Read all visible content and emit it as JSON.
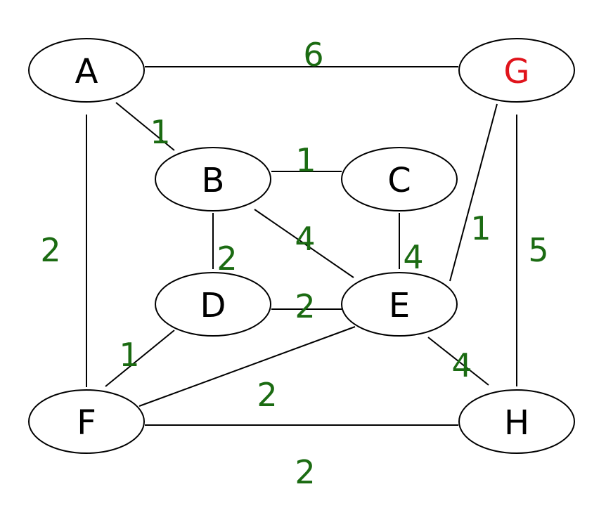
{
  "colors": {
    "node_label": "#000000",
    "highlight_node_label": "#e0141c",
    "weight_label": "#1b6b12"
  },
  "nodes": [
    {
      "id": "A",
      "label": "A",
      "highlight": false
    },
    {
      "id": "G",
      "label": "G",
      "highlight": true
    },
    {
      "id": "B",
      "label": "B",
      "highlight": false
    },
    {
      "id": "C",
      "label": "C",
      "highlight": false
    },
    {
      "id": "D",
      "label": "D",
      "highlight": false
    },
    {
      "id": "E",
      "label": "E",
      "highlight": false
    },
    {
      "id": "F",
      "label": "F",
      "highlight": false
    },
    {
      "id": "H",
      "label": "H",
      "highlight": false
    }
  ],
  "edges": [
    {
      "from": "A",
      "to": "G",
      "weight": "6"
    },
    {
      "from": "A",
      "to": "B",
      "weight": "1"
    },
    {
      "from": "A",
      "to": "F",
      "weight": "2"
    },
    {
      "from": "B",
      "to": "C",
      "weight": "1"
    },
    {
      "from": "B",
      "to": "D",
      "weight": "2"
    },
    {
      "from": "B",
      "to": "E",
      "weight": "4"
    },
    {
      "from": "C",
      "to": "E",
      "weight": "4"
    },
    {
      "from": "G",
      "to": "E",
      "weight": "1"
    },
    {
      "from": "G",
      "to": "H",
      "weight": "5"
    },
    {
      "from": "D",
      "to": "E",
      "weight": "2"
    },
    {
      "from": "D",
      "to": "F",
      "weight": "1"
    },
    {
      "from": "E",
      "to": "F",
      "weight": "2"
    },
    {
      "from": "E",
      "to": "H",
      "weight": "4"
    },
    {
      "from": "F",
      "to": "H",
      "weight": "2"
    }
  ]
}
